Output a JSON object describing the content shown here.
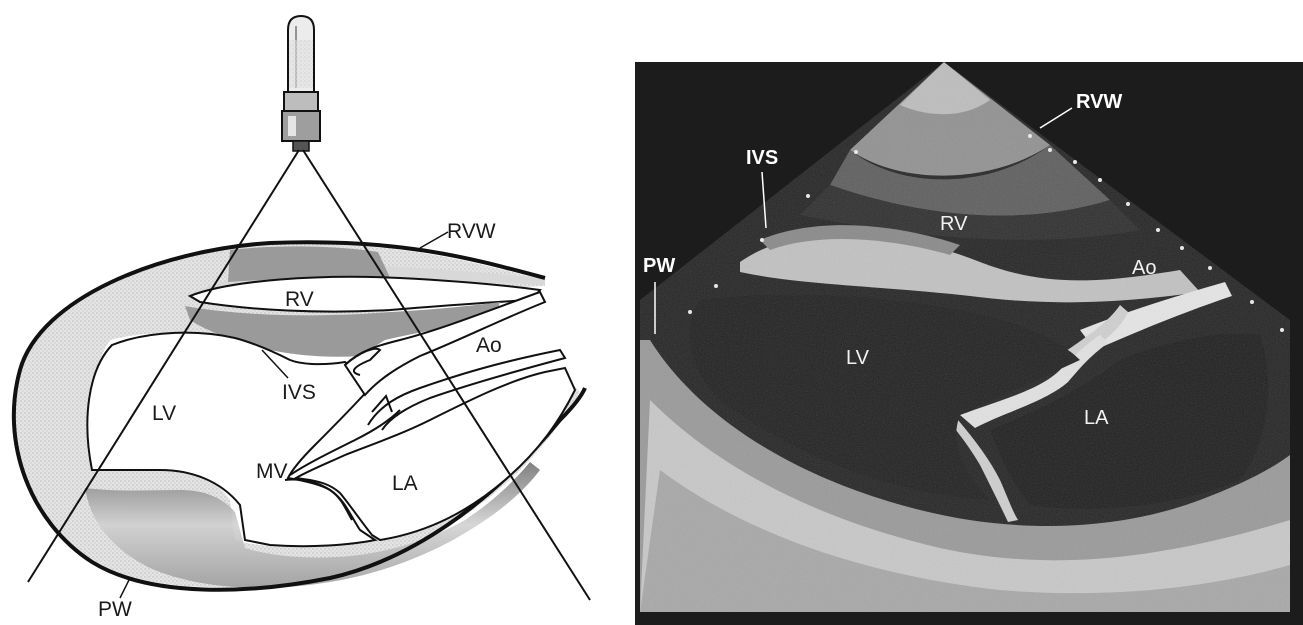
{
  "schematic": {
    "labels": {
      "rvw": "RVW",
      "rv": "RV",
      "ao": "Ao",
      "ivs": "IVS",
      "lv": "LV",
      "mv": "MV",
      "la": "LA",
      "pw": "PW"
    }
  },
  "echo": {
    "labels": {
      "rvw": "RVW",
      "ivs": "IVS",
      "rv": "RV",
      "pw": "PW",
      "ao": "Ao",
      "lv": "LV",
      "la": "LA"
    }
  },
  "colors": {
    "wall_shade": "#9a9a9a",
    "wall_light": "#d8d8d8",
    "echo_bg": "#1c1c1c"
  }
}
